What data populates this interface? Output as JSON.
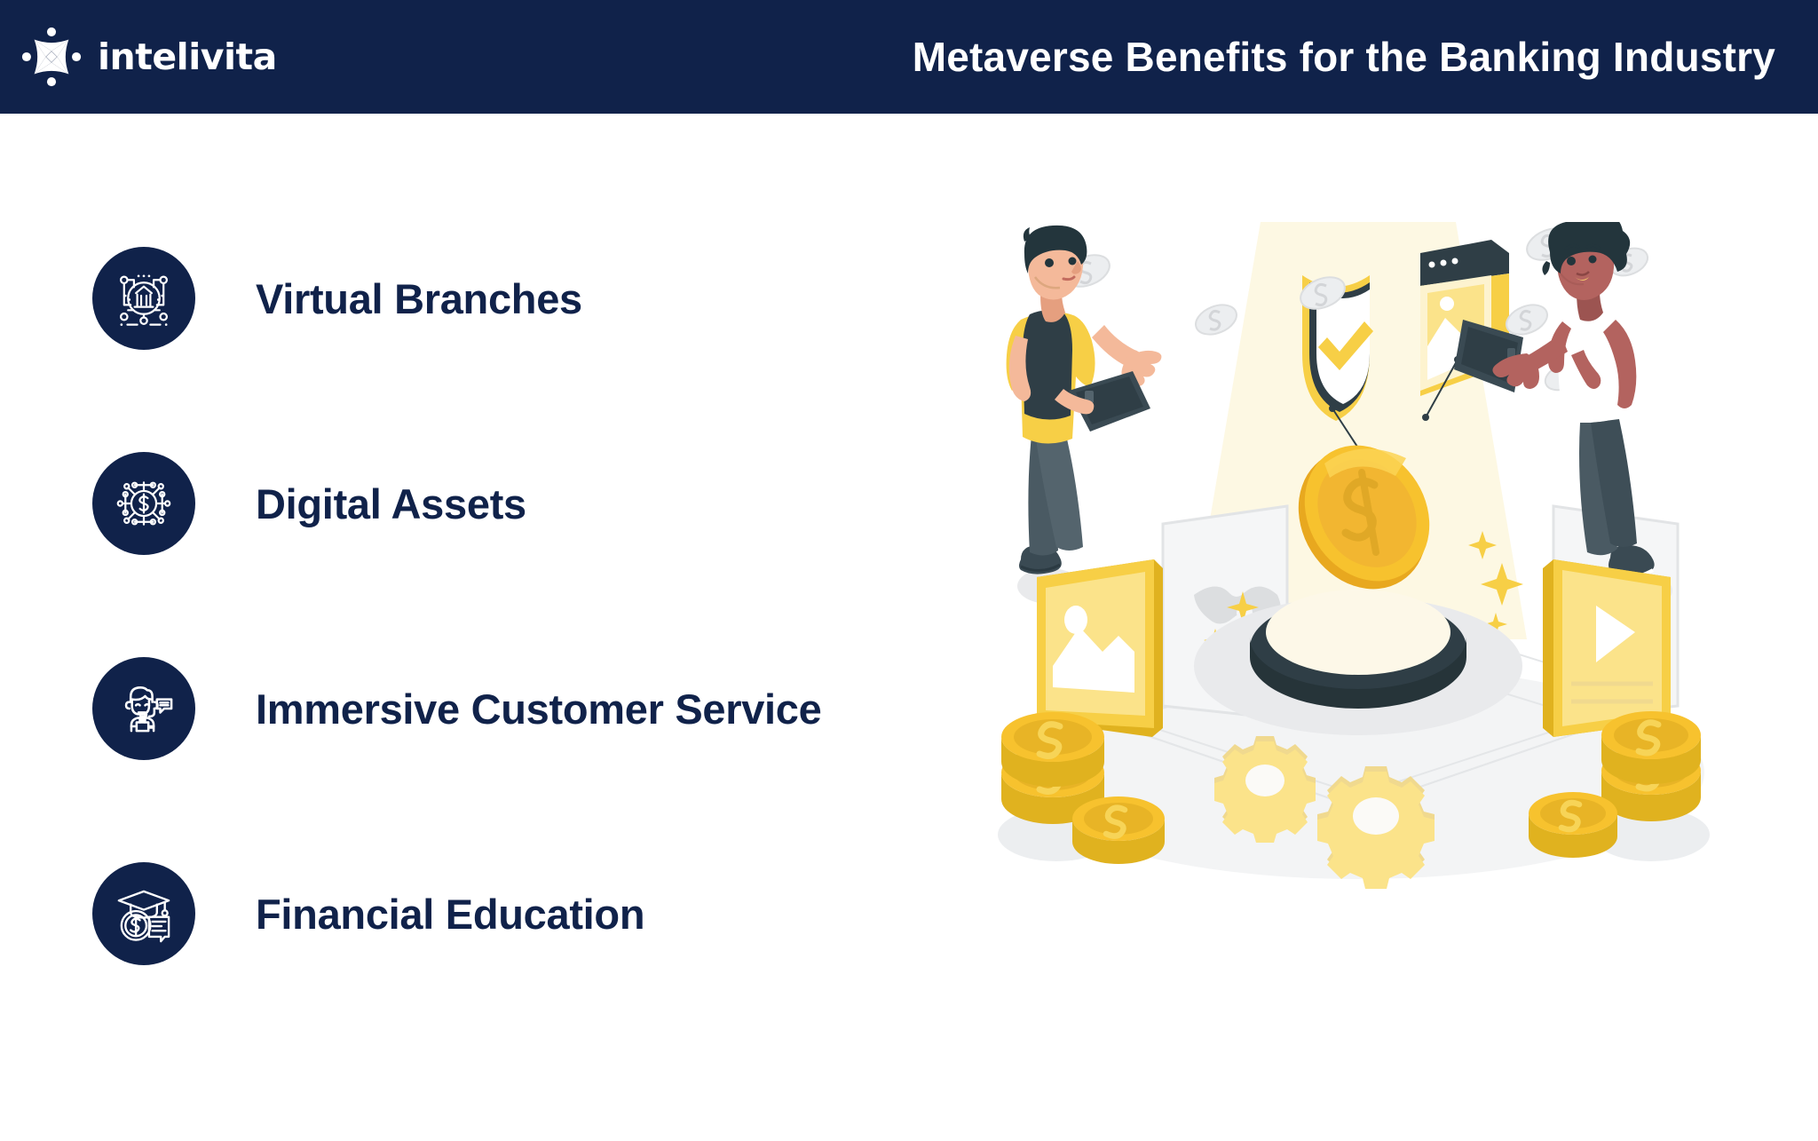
{
  "colors": {
    "navy": "#10224a",
    "white": "#ffffff",
    "yellow": "#f7cf46",
    "yellow_light": "#fbe38a",
    "yellow_pale": "#fdf3cf",
    "gold": "#f2b631",
    "gold_dark": "#d99b1c",
    "dark_slate": "#2f3e46",
    "grey_light": "#e9eaec",
    "grey_mid": "#d2d4d7",
    "skin_light": "#f4b99a",
    "skin_dark": "#b3635f",
    "hair_dark": "#23353c",
    "pants": "#4a5a63"
  },
  "header": {
    "brand_name": "intelivita",
    "logo_icon": "intelivita-star-logo",
    "title": "Metaverse Benefits for the Banking Industry"
  },
  "benefits": [
    {
      "label": "Virtual Branches",
      "icon": "bank-circuit-icon",
      "icon_description": "bank building inside a circle with circuit board nodes"
    },
    {
      "label": "Digital Assets",
      "icon": "dollar-circuit-icon",
      "icon_description": "dollar sign in a circle with circuit nodes radiating outward"
    },
    {
      "label": "Immersive Customer Service",
      "icon": "support-agent-icon",
      "icon_description": "customer support agent with headset and chat bubble"
    },
    {
      "label": "Financial Education",
      "icon": "graduation-coin-icon",
      "icon_description": "graduation cap with dollar coin and chat bubble"
    }
  ],
  "illustration": {
    "name": "metaverse-banking-illustration",
    "elements": [
      {
        "name": "left-person",
        "description": "man with dark hair in yellow sleeved black top holding a tablet and pointing"
      },
      {
        "name": "right-person",
        "description": "woman with afro hair in white tank top holding a tablet and pointing"
      },
      {
        "name": "shield-check-icon",
        "description": "gold shield with yellow checkmark"
      },
      {
        "name": "browser-window-icon",
        "description": "isometric browser window showing an image placeholder"
      },
      {
        "name": "gold-coin",
        "description": "large gold coin with dollar sign"
      },
      {
        "name": "press-button",
        "description": "large round dark platform button on the floor"
      },
      {
        "name": "gear-left",
        "description": "yellow gear"
      },
      {
        "name": "gear-right",
        "description": "yellow gear"
      },
      {
        "name": "coin-stack-left",
        "description": "stack of gold dollar coins"
      },
      {
        "name": "coin-stack-right",
        "description": "stack of gold dollar coins"
      },
      {
        "name": "panel-gamepad",
        "description": "grey panel with gamepad glyph"
      },
      {
        "name": "panel-music",
        "description": "grey panel with music note glyph"
      },
      {
        "name": "panel-image-left",
        "description": "yellow panel with image glyph"
      },
      {
        "name": "panel-play-right",
        "description": "yellow panel with play glyph"
      },
      {
        "name": "floating-coins",
        "description": "small pale coins floating in the air"
      },
      {
        "name": "sparkles",
        "description": "yellow four-point sparkle stars"
      }
    ]
  }
}
